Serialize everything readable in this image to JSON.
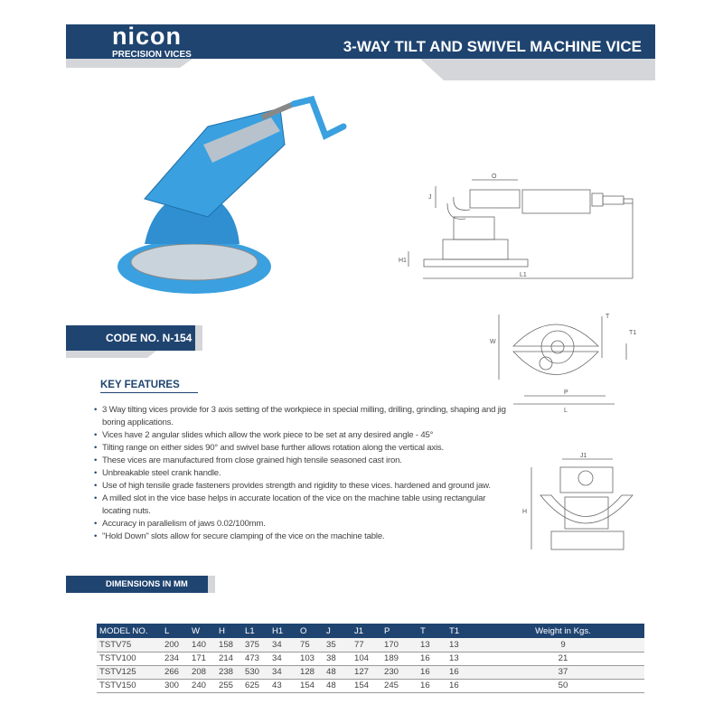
{
  "header": {
    "brand": "nicon",
    "brand_sub": "PRECISION VICES",
    "title": "3-WAY TILT AND SWIVEL MACHINE  VICE"
  },
  "code_label": "CODE NO. N-154",
  "key_features": {
    "heading": "KEY FEATURES",
    "items": [
      "3 Way tilting vices provide for 3 axis setting of the workpiece in special milling, drilling, grinding, shaping and jig boring applications.",
      "Vices have 2 angular slides which allow the work piece to be set at any desired angle - 45°",
      "Tilting range on either sides 90° and swivel base further allows rotation along the vertical axis.",
      "These vices are manufactured from close grained high tensile seasoned cast iron.",
      "Unbreakable steel crank handle.",
      "Use of high tensile grade fasteners provides strength and rigidity to these vices. hardened and ground jaw.",
      "A milled slot in the vice base helps in accurate location of the vice on the machine table using rectangular locating nuts.",
      "Accuracy in parallelism of jaws 0.02/100mm.",
      "\"Hold Down\" slots allow for secure clamping of the vice on the machine table."
    ]
  },
  "dimensions_label": "DIMENSIONS IN MM",
  "diagram_labels": {
    "O": "O",
    "J": "J",
    "H1": "H1",
    "L1": "L1",
    "W": "W",
    "T": "T",
    "T1": "T1",
    "P": "P",
    "L": "L",
    "J1": "J1",
    "H": "H"
  },
  "table": {
    "headers": [
      "MODEL NO.",
      "L",
      "W",
      "H",
      "L1",
      "H1",
      "O",
      "J",
      "J1",
      "P",
      "T",
      "T1",
      "Weight in Kgs."
    ],
    "rows": [
      [
        "TSTV75",
        "200",
        "140",
        "158",
        "375",
        "34",
        "75",
        "35",
        "77",
        "170",
        "13",
        "13",
        "9"
      ],
      [
        "TSTV100",
        "234",
        "171",
        "214",
        "473",
        "34",
        "103",
        "38",
        "104",
        "189",
        "16",
        "13",
        "21"
      ],
      [
        "TSTV125",
        "266",
        "208",
        "238",
        "530",
        "34",
        "128",
        "48",
        "127",
        "230",
        "16",
        "16",
        "37"
      ],
      [
        "TSTV150",
        "300",
        "240",
        "255",
        "625",
        "43",
        "154",
        "48",
        "154",
        "245",
        "16",
        "16",
        "50"
      ]
    ]
  },
  "colors": {
    "navy": "#1f4470",
    "product_blue": "#3aa0e0",
    "gray": "#d4d6d9"
  }
}
